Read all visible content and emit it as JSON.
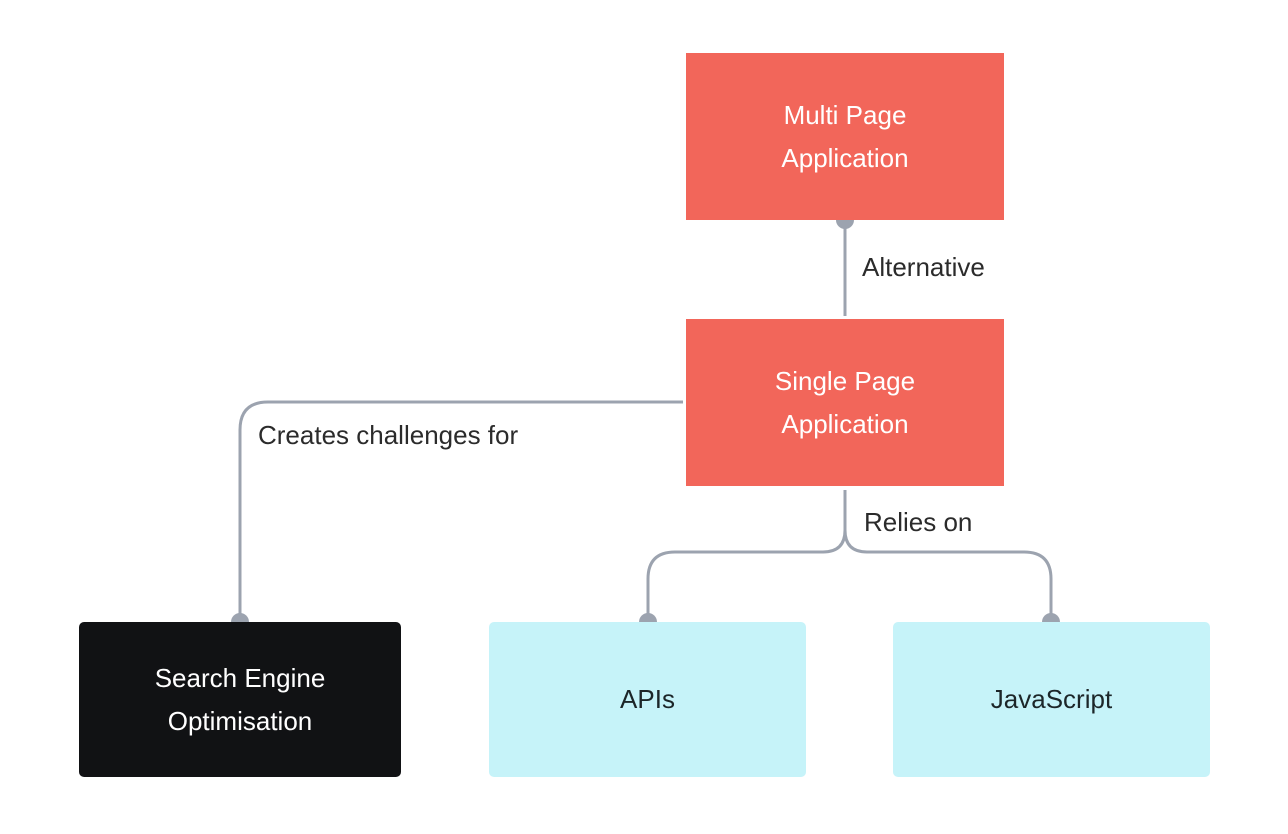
{
  "diagram": {
    "nodes": {
      "mpa": {
        "label": "Multi Page\nApplication"
      },
      "spa": {
        "label": "Single Page\nApplication"
      },
      "seo": {
        "label": "Search Engine\nOptimisation"
      },
      "apis": {
        "label": "APIs"
      },
      "javascript": {
        "label": "JavaScript"
      }
    },
    "edges": {
      "alternative": {
        "label": "Alternative"
      },
      "creates_challenges": {
        "label": "Creates challenges for"
      },
      "relies_on": {
        "label": "Relies on"
      }
    }
  },
  "colors": {
    "coral_node": "#f2665a",
    "dark_node": "#111214",
    "cyan_node": "#c6f3f9",
    "connector": "#9ca3af"
  }
}
